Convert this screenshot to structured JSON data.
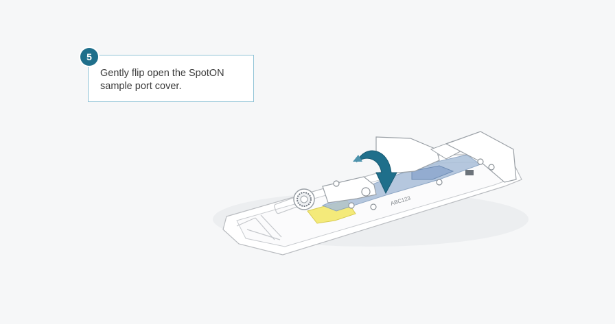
{
  "step": {
    "number": "5",
    "text": "Gently flip open the  SpotON sample port cover."
  },
  "device": {
    "label": "ABC123",
    "colors": {
      "accent": "#1f6f8b",
      "flowcell_blue": "#a9bfd9",
      "pad_yellow": "#f4ea7a",
      "outline": "#b9bcc0"
    }
  }
}
